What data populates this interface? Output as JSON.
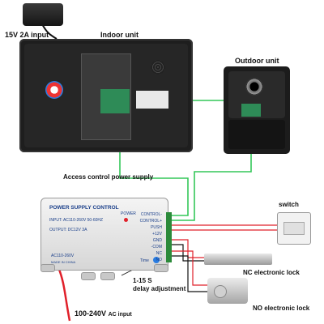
{
  "labels": {
    "power_input": "15V 2A input",
    "indoor_unit": "Indoor unit",
    "outdoor_unit": "Outdoor unit",
    "access_psu": "Access control power supply",
    "switch": "switch",
    "nc_lock": "NC electronic lock",
    "no_lock": "NO electronic lock",
    "delay_range": "1-15 S",
    "delay_adjust": "delay adjustment",
    "ac_voltage": "100-240V",
    "ac_input": "AC input"
  },
  "psu": {
    "title": "POWER SUPPLY CONTROL",
    "input": "INPUT: AC110-260V  50-60HZ",
    "output": "OUTPUT: DC12V  3A",
    "power_led": "POWER",
    "ac_label": "AC110-260V",
    "made_in": "MADE IN CHINA",
    "time": "Time",
    "terminals": [
      "CONTROL-",
      "CONTROL+",
      "PUSH",
      "+12V",
      "GND",
      "-COM",
      "NC",
      "NO"
    ]
  },
  "colors": {
    "wire_green": "#34c759",
    "wire_red": "#e0202a",
    "wire_black": "#111111",
    "pcb_green": "#2e8b57"
  }
}
